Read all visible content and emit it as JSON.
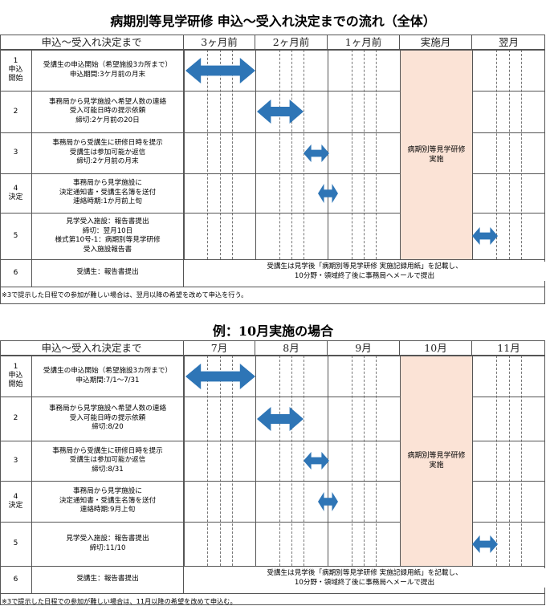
{
  "sections": [
    {
      "title": "病期別等見学研修 申込～受入れ決定までの流れ（全体）",
      "header_label": "申込～受入れ決定まで",
      "months": [
        "3ヶ月前",
        "2ヶ月前",
        "1ヶ月前",
        "実施月",
        "翌月"
      ],
      "rows": [
        {
          "num": "1\n申込\n開始",
          "desc": "受講生の申込開始（希望施設3カ所まで）\n申込期間:3ケ月前の月末"
        },
        {
          "num": "2",
          "desc": "事務局から見学施設へ希望人数の連絡\n受入可能日時の提示依頼\n締切:2ケ月前の20日"
        },
        {
          "num": "3",
          "desc": "事務局から受講生に研修日時を提示\n受講生は参加可能か返信\n締切:2ケ月前の月末"
        },
        {
          "num": "4\n決定",
          "desc": "事務局から見学施設に\n決定通知書・受講生名簿を送付\n連絡時期:1か月前上旬"
        },
        {
          "num": "5",
          "desc": "見学受入施設：報告書提出\n締切：翌月10日\n様式第10号-1：病期別等見学研修\n受入施設報告書"
        },
        {
          "num": "6",
          "desc": "受講生：報告書提出"
        }
      ],
      "shade_label": "病期別等見学研修\n実施",
      "row6_note": "受講生は見学後「病期別等見学研修 実施記録用紙」を記載し、\n10分野・領域終了後に事務局へメールで提出",
      "footnote": "※3で提示した日程での参加が難しい場合は、翌月以降の希望を改めて申込を行う。"
    },
    {
      "title": "例：10月実施の場合",
      "header_label": "申込～受入れ決定まで",
      "months": [
        "7月",
        "8月",
        "9月",
        "10月",
        "11月"
      ],
      "rows": [
        {
          "num": "1\n申込\n開始",
          "desc": "受講生の申込開始（希望施設3カ所まで）\n申込期間:7/1～7/31"
        },
        {
          "num": "2",
          "desc": "事務局から見学施設へ希望人数の連絡\n受入可能日時の提示依頼\n締切:8/20"
        },
        {
          "num": "3",
          "desc": "事務局から受講生に研修日時を提示\n受講生は参加可能か返信\n締切:8/31"
        },
        {
          "num": "4\n決定",
          "desc": "事務局から見学施設に\n決定通知書・受講生名簿を送付\n連絡時期:9月上旬"
        },
        {
          "num": "5",
          "desc": "見学受入施設：報告書提出\n締切:11/10"
        },
        {
          "num": "6",
          "desc": "受講生：報告書提出"
        }
      ],
      "shade_label": "病期別等見学研修\n実施",
      "row6_note": "受講生は見学後「病期別等見学研修 実施記録用紙」を記載し、\n10分野・領域終了後に事務局へメールで提出",
      "footnote": "※3で提示した日程での参加が難しい場合は、11月以降の希望を改めて申込む。"
    }
  ],
  "colors": {
    "arrow": "#2e75b6",
    "shade": "#fbe3d6",
    "grid": "#555555"
  }
}
